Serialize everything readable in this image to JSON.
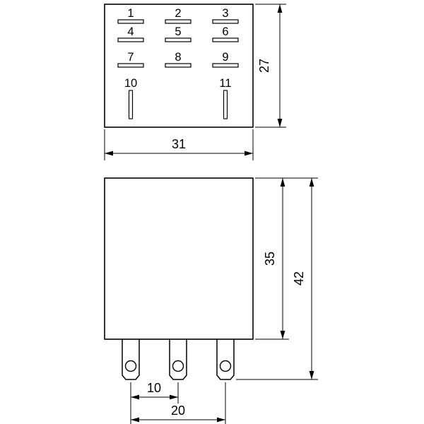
{
  "drawing": {
    "top_view": {
      "terminals": [
        "1",
        "2",
        "3",
        "4",
        "5",
        "6",
        "7",
        "8",
        "9",
        "10",
        "11"
      ],
      "dim_height": "27",
      "dim_width": "31"
    },
    "front_view": {
      "dim_body_height": "35",
      "dim_overall_height": "42",
      "dim_pin_pitch": "10",
      "dim_pin_span": "20"
    },
    "line_color": "#000000",
    "background_color": "#ffffff"
  }
}
